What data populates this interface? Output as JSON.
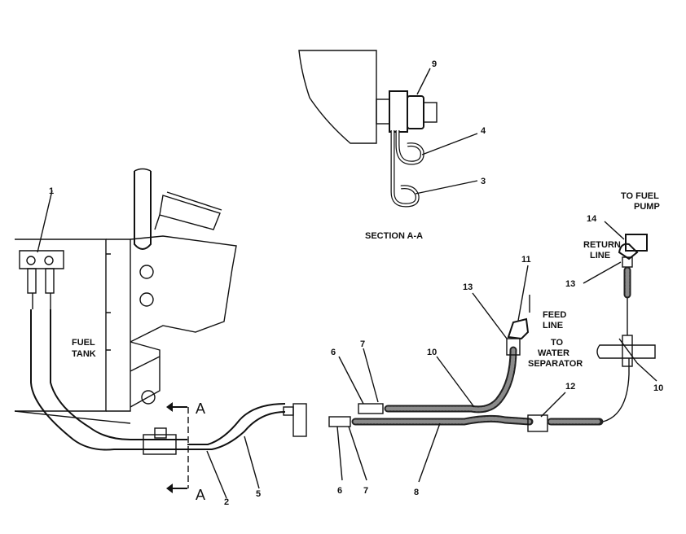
{
  "section": {
    "title": "SECTION A-A",
    "section_marker": "A"
  },
  "texts": {
    "fuel_tank": [
      "FUEL",
      "TANK"
    ],
    "feed_line": [
      "FEED",
      "LINE"
    ],
    "to_water_separator": [
      "TO",
      "WATER",
      "SEPARATOR"
    ],
    "to_fuel_pump": [
      "TO FUEL",
      "PUMP"
    ],
    "return_line": [
      "RETURN",
      "LINE"
    ]
  },
  "callouts": {
    "c1": "1",
    "c2": "2",
    "c3": "3",
    "c4": "4",
    "c5": "5",
    "c6a": "6",
    "c6b": "6",
    "c7a": "7",
    "c7b": "7",
    "c8": "8",
    "c9": "9",
    "c10a": "10",
    "c10b": "10",
    "c11": "11",
    "c12": "12",
    "c13a": "13",
    "c13b": "13",
    "c14": "14"
  }
}
